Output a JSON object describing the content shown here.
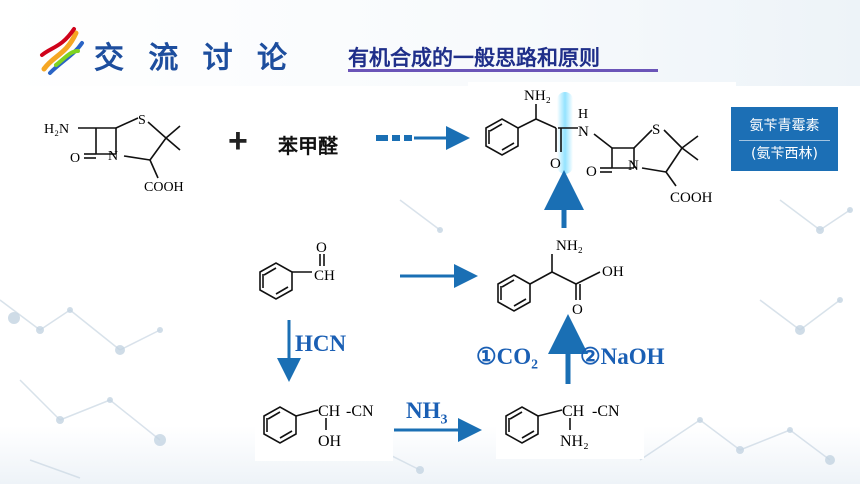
{
  "header": {
    "section_title": "交 流 讨 论",
    "slide_title": "有机合成的一般思路和原则"
  },
  "reactants": {
    "plus_sign": "+",
    "reagent": "苯甲醛"
  },
  "structures": {
    "apa": {
      "h2n": "H₂N",
      "o": "O",
      "n": "N",
      "s": "S",
      "cooh": "COOH"
    },
    "product": {
      "nh2": "NH₂",
      "h": "H",
      "n": "N",
      "o": "O",
      "o2": "O",
      "n2": "N",
      "s": "S",
      "cooh": "COOH"
    },
    "benzaldehyde": {
      "o": "O",
      "ch": "CH"
    },
    "amino_acid": {
      "nh2": "NH₂",
      "oh": "OH",
      "o": "O"
    },
    "cyanohydrin": {
      "ch": "CH",
      "cn": "-CN",
      "oh": "OH"
    },
    "aminonitrile": {
      "ch": "CH",
      "cn": "-CN",
      "nh2": "NH₂"
    }
  },
  "reaction_labels": {
    "hcn": "HCN",
    "nh3_base": "NH",
    "nh3_sub": "3",
    "step_co2": "①CO₂",
    "step_naoh": "②NaOH"
  },
  "product_name": {
    "line1": "氨苄青霉素",
    "line2": "(氨苄西林)"
  },
  "colors": {
    "arrow": "#1a6fb4",
    "title_blue": "#1d4e9e",
    "name_box": "#1c6fb5"
  }
}
